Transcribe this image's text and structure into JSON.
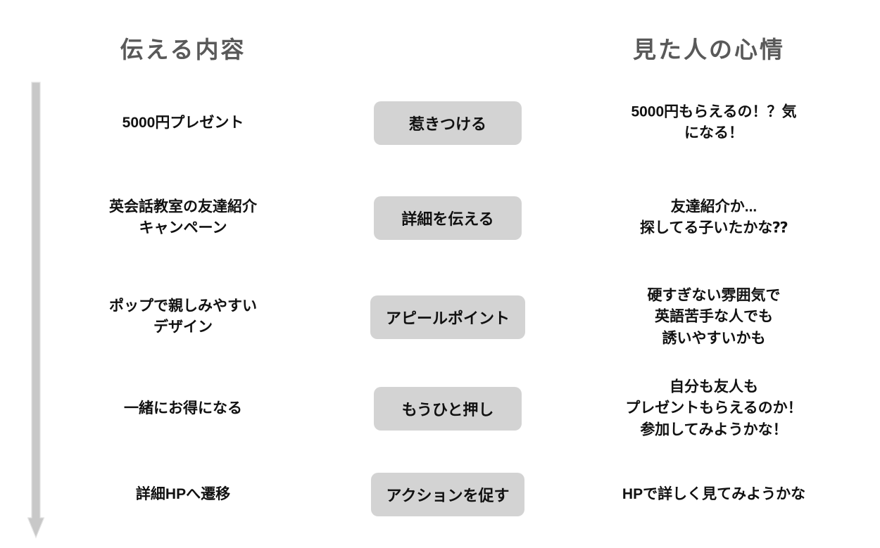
{
  "headers": {
    "content_column": "伝える内容",
    "feeling_column": "見た人の心情"
  },
  "flow_arrow": {
    "direction": "down",
    "fill_color": "#c8c8c8",
    "stroke_color": "#e2e2e2"
  },
  "rows": [
    {
      "content": "5000円プレゼント",
      "stage": "惹きつける",
      "feeling": "5000円もらえるの！？気\nになる！"
    },
    {
      "content": "英会話教室の友達紹介\nキャンペーン",
      "stage": "詳細を伝える",
      "feeling": "友達紹介か...\n探してる子いたかな⁇"
    },
    {
      "content": "ポップで親しみやすい\nデザイン",
      "stage": "アピールポイント",
      "feeling": "硬すぎない雰囲気で\n英語苦手な人でも\n誘いやすいかも"
    },
    {
      "content": "一緒にお得になる",
      "stage": "もうひと押し",
      "feeling": "自分も友人も\nプレゼントもらえるのか！\n参加してみようかな！"
    },
    {
      "content": "詳細HPへ遷移",
      "stage": "アクションを促す",
      "feeling": "HPで詳しく見てみようかな"
    }
  ],
  "colors": {
    "header_text": "#595959",
    "body_text": "#111111",
    "stage_box_fill": "#d3d3d3",
    "arrow": "#c8c8c8"
  }
}
